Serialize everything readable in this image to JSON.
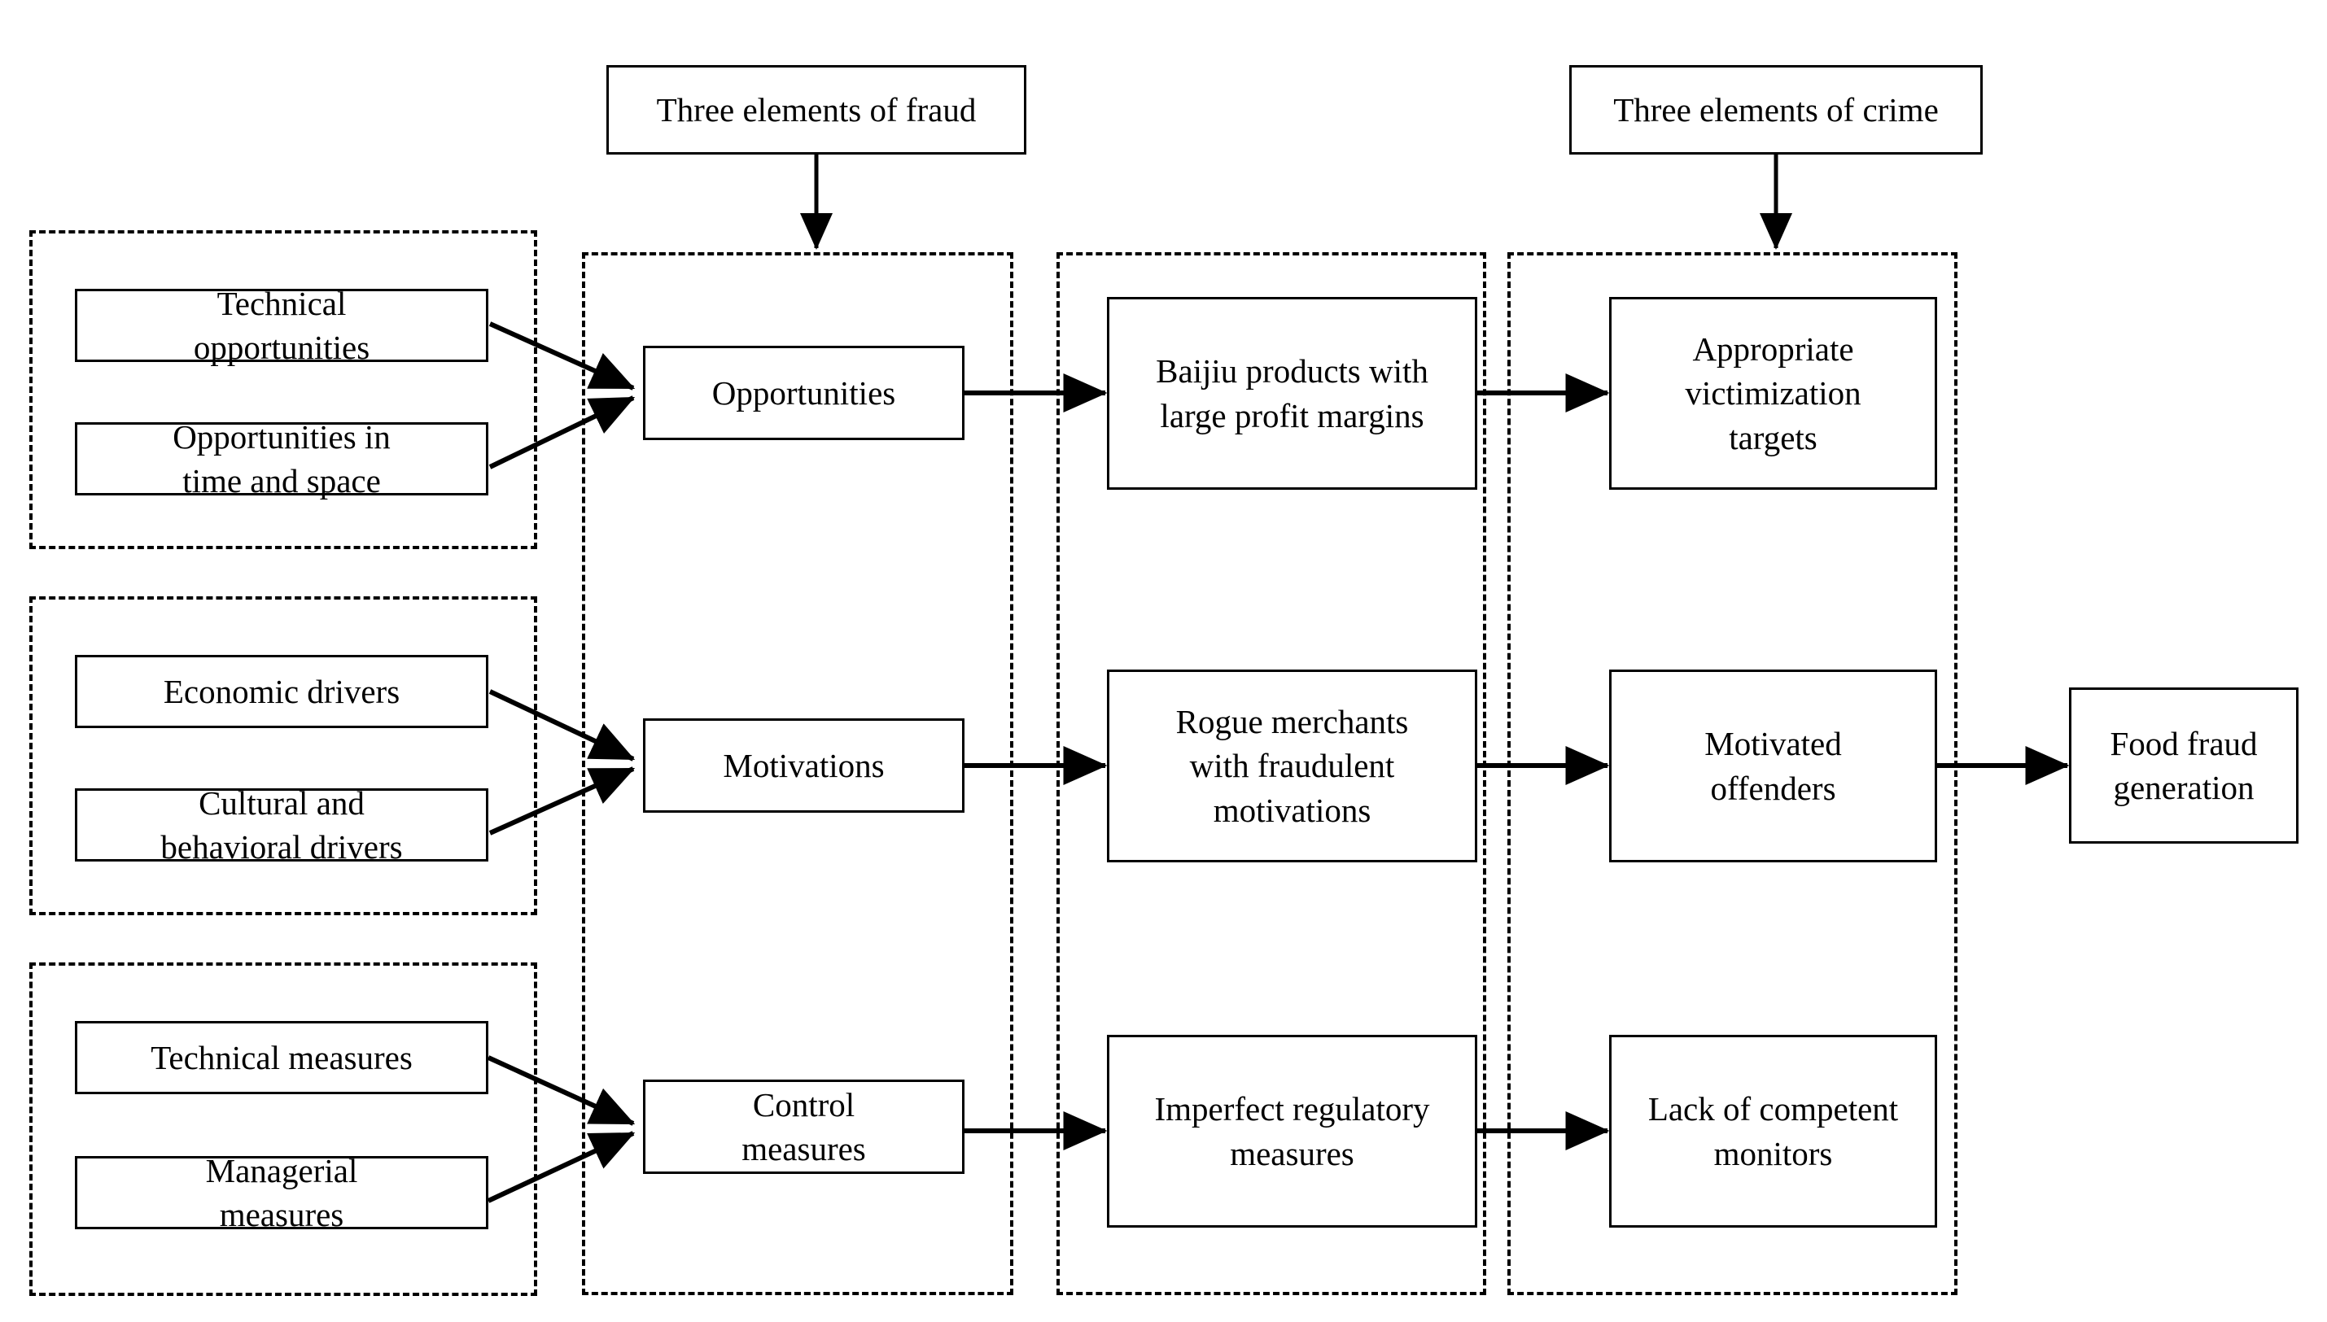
{
  "diagram": {
    "title_captions": [
      {
        "id": "three-elements-of-fraud",
        "label": "Three elements of fraud"
      },
      {
        "id": "three-elements-of-crime",
        "label": "Three elements of crime"
      }
    ],
    "groups": [
      {
        "id": "drivers-opportunities-group",
        "style": "dashed"
      },
      {
        "id": "drivers-motivations-group",
        "style": "dashed"
      },
      {
        "id": "drivers-control-group",
        "style": "dashed"
      },
      {
        "id": "fraud-elements-group",
        "style": "dashed"
      },
      {
        "id": "baijiu-context-group",
        "style": "dashed"
      },
      {
        "id": "crime-elements-group",
        "style": "dashed"
      }
    ],
    "column1": {
      "group1": [
        {
          "id": "technical-opportunities",
          "label": "Technical\nopportunities"
        },
        {
          "id": "opportunities-in-time-and-space",
          "label": "Opportunities in\ntime and space"
        }
      ],
      "group2": [
        {
          "id": "economic-drivers",
          "label": "Economic drivers"
        },
        {
          "id": "cultural-and-behavioral-drivers",
          "label": "Cultural and\nbehavioral drivers"
        }
      ],
      "group3": [
        {
          "id": "technical-measures",
          "label": "Technical measures"
        },
        {
          "id": "managerial-measures",
          "label": "Managerial\nmeasures"
        }
      ]
    },
    "column2": [
      {
        "id": "opportunities",
        "label": "Opportunities"
      },
      {
        "id": "motivations",
        "label": "Motivations"
      },
      {
        "id": "control-measures",
        "label": "Control\nmeasures"
      }
    ],
    "column3": [
      {
        "id": "baijiu-products-with-large-profit-margins",
        "label": "Baijiu products with\nlarge profit margins"
      },
      {
        "id": "rogue-merchants-with-fraudulent-motivations",
        "label": "Rogue merchants\nwith fraudulent\nmotivations"
      },
      {
        "id": "imperfect-regulatory-measures",
        "label": "Imperfect regulatory\nmeasures"
      }
    ],
    "column4": [
      {
        "id": "appropriate-victimization-targets",
        "label": "Appropriate\nvictimization\ntargets"
      },
      {
        "id": "motivated-offenders",
        "label": "Motivated\noffenders"
      },
      {
        "id": "lack-of-competent-monitors",
        "label": "Lack of competent\nmonitors"
      }
    ],
    "outcome": {
      "id": "food-fraud-generation",
      "label": "Food fraud\ngeneration"
    },
    "colors": {
      "stroke": "#000000",
      "fill": "#ffffff",
      "text": "#000000"
    }
  }
}
